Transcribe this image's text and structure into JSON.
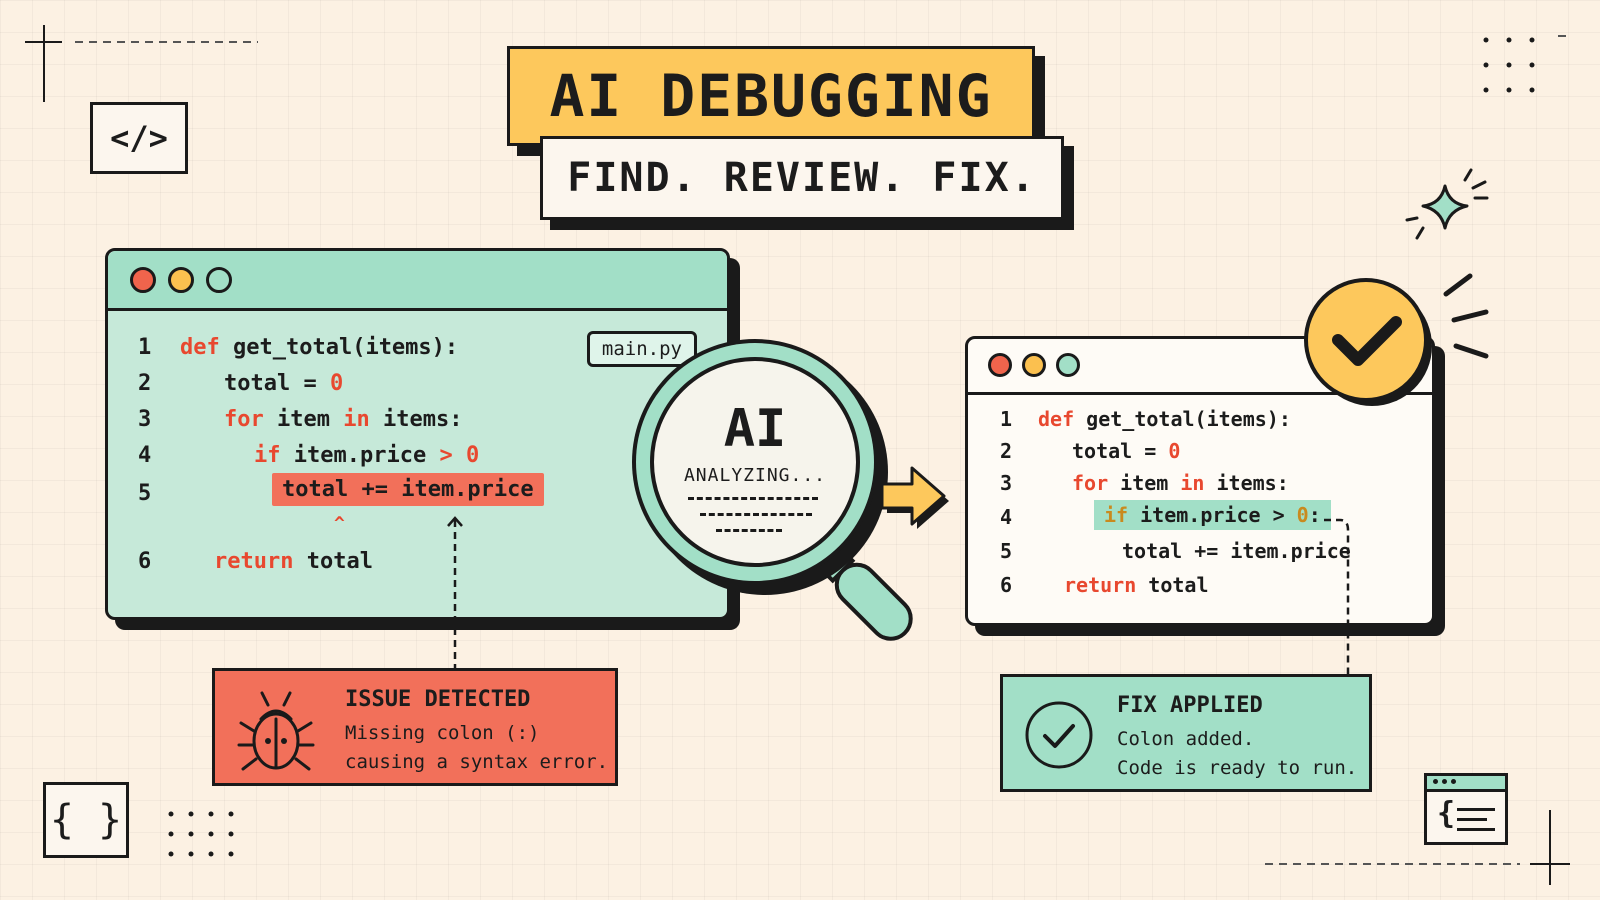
{
  "title": "AI DEBUGGING",
  "subtitle": "FIND. REVIEW. FIX.",
  "left_window": {
    "filename": "main.py",
    "lines": [
      {
        "num": "1",
        "kw": "def",
        "rest": " get_total(items):"
      },
      {
        "num": "2",
        "pre": "total = ",
        "num_val": "0"
      },
      {
        "num": "3",
        "kw": "for",
        "mid": " item ",
        "kw2": "in",
        "rest": " items:"
      },
      {
        "num": "4",
        "kw": "if",
        "mid": " item.price ",
        "op": ">",
        "num_val": "0"
      },
      {
        "num": "5",
        "highlight": "total += item.price"
      },
      {
        "num": "6",
        "kw": "return",
        "rest": " total"
      }
    ],
    "caret": "^"
  },
  "magnifier": {
    "label": "AI",
    "status": "ANALYZING..."
  },
  "right_window": {
    "lines": [
      {
        "num": "1",
        "kw": "def",
        "rest": " get_total(items):"
      },
      {
        "num": "2",
        "pre": "total = ",
        "num_val": "0"
      },
      {
        "num": "3",
        "kw": "for",
        "mid": " item ",
        "kw2": "in",
        "rest": " items:"
      },
      {
        "num": "4",
        "kw": "if",
        "mid": " item.price > ",
        "num_val": "0",
        "rest": ":"
      },
      {
        "num": "5",
        "pre": "total += item.price"
      },
      {
        "num": "6",
        "kw": "return",
        "rest": " total"
      }
    ]
  },
  "issue_card": {
    "title": "ISSUE DETECTED",
    "line1": "Missing colon (:)",
    "line2": "causing a syntax error."
  },
  "fix_card": {
    "title": "FIX APPLIED",
    "line1": "Colon added.",
    "line2": "Code is ready to run."
  },
  "icons": {
    "top_left": "</>",
    "bottom_left": "{ }",
    "bottom_right_brace": "{"
  },
  "colors": {
    "background": "#fcf1e3",
    "yellow": "#fdc85c",
    "mint": "#a2dfc7",
    "coral": "#f2705a",
    "keyword_red": "#e8482f"
  }
}
